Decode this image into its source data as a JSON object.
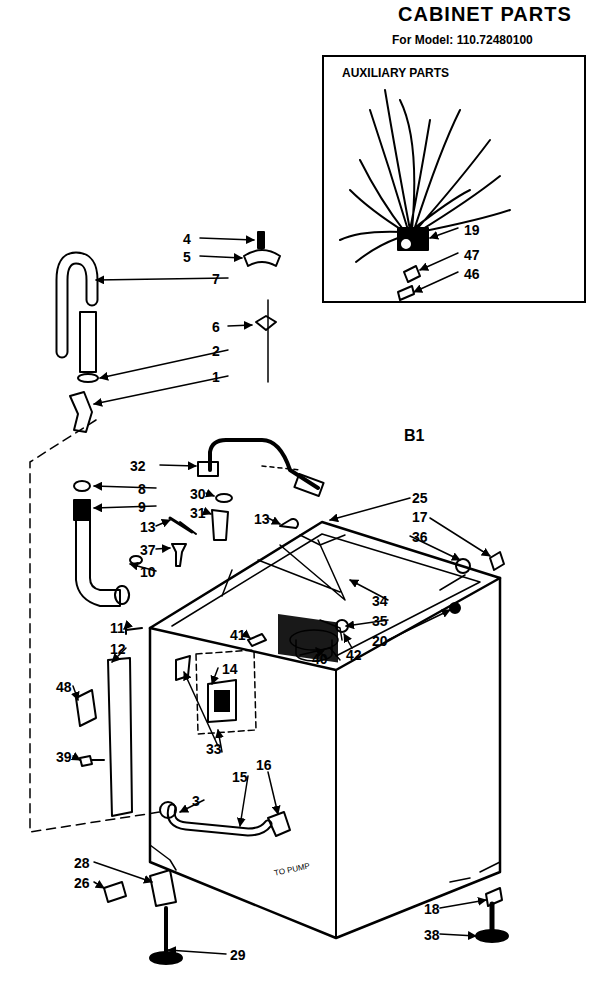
{
  "diagram": {
    "title": "CABINET PARTS",
    "nodes": [
      {
        "text": [
          "AUXILIARY PARTS",
          "19",
          "47",
          "46"
        ]
      }
    ],
    "labels": [
      "For Model: 110.72480100",
      "4",
      "5",
      "7",
      "6",
      "2",
      "1",
      "32",
      "8",
      "9",
      "30",
      "31",
      "13",
      "13",
      "37",
      "10",
      "11",
      "12",
      "48",
      "39",
      "41",
      "14",
      "33",
      "15",
      "16",
      "3",
      "28",
      "26",
      "29",
      "25",
      "17",
      "36",
      "34",
      "35",
      "20",
      "42",
      "40",
      "18",
      "38",
      "B1",
      "TO PUMP"
    ]
  }
}
